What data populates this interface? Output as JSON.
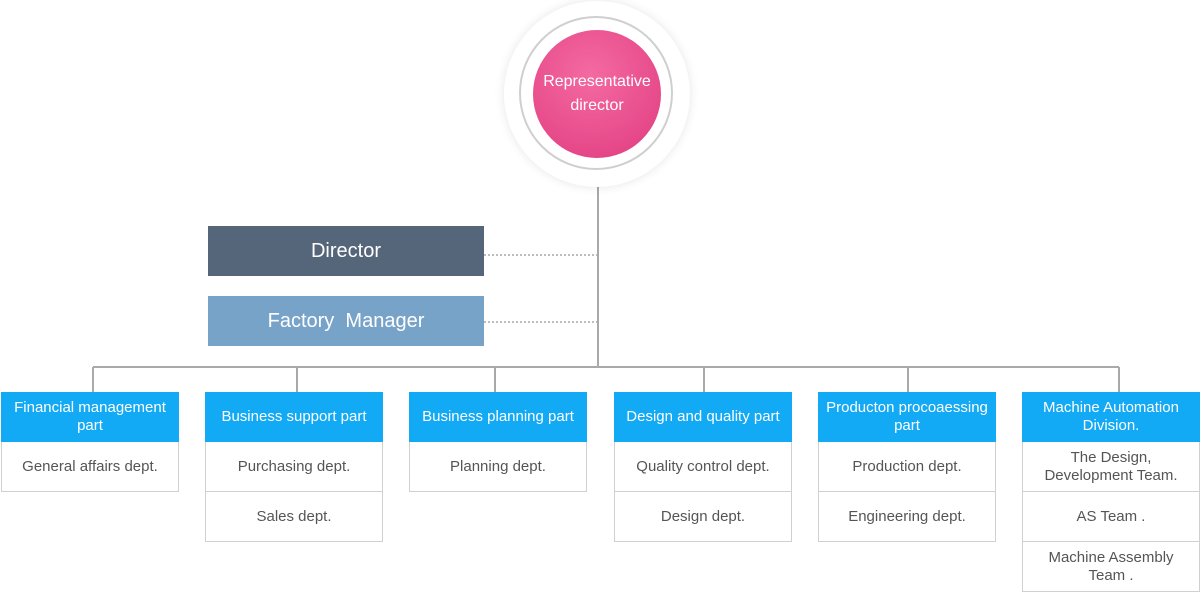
{
  "top": {
    "line1": "Representative",
    "line2": "director"
  },
  "side": {
    "director": "Director",
    "factory_manager": "Factory  Manager"
  },
  "columns": [
    {
      "head": "Financial management part",
      "items": [
        "General affairs dept."
      ]
    },
    {
      "head": "Business support part",
      "items": [
        "Purchasing dept.",
        "Sales dept."
      ]
    },
    {
      "head": "Business planning part",
      "items": [
        "Planning dept."
      ]
    },
    {
      "head": "Design and quality part",
      "items": [
        "Quality control dept.",
        "Design dept."
      ]
    },
    {
      "head": "Producton procoaessing part",
      "items": [
        "Production dept.",
        "Engineering dept."
      ]
    },
    {
      "head": "Machine Automation Division.",
      "items": [
        "The Design, Development Team.",
        "AS Team .",
        "Machine Assembly Team ."
      ]
    }
  ],
  "colors": {
    "ceo": "#e64989",
    "director": "#55667a",
    "factory_manager": "#78a3c9",
    "column_head": "#12a9f5",
    "line": "#aaaaaa"
  }
}
